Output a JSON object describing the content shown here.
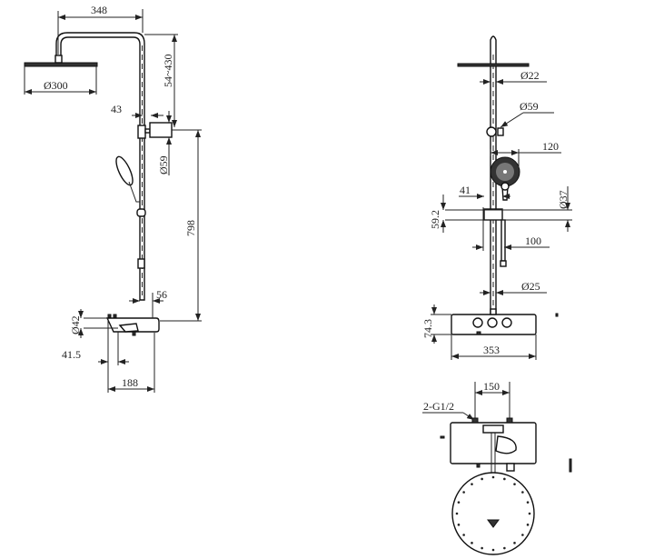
{
  "side_view": {
    "head_offset": "348",
    "height_adjust": "54~430",
    "head_diameter": "Ø300",
    "bracket_offset": "43",
    "bracket_diameter": "Ø59",
    "bracket_to_valve": "798",
    "riser_offset": "56",
    "valve_diameter": "Ø42",
    "spout_offset": "41.5",
    "valve_depth": "188"
  },
  "front_view": {
    "riser_top_diameter": "Ø22",
    "bracket_diameter": "Ø59",
    "hand_shower_offset": "120",
    "holder_offset": "41",
    "holder_diameter": "Ø37",
    "holder_height": "59.2",
    "hose_offset": "100",
    "riser_diameter": "Ø25",
    "valve_height": "74.3",
    "valve_width": "353"
  },
  "top_view": {
    "inlet_spacing": "150",
    "inlet_thread": "2-G1/2"
  },
  "colors": {
    "line": "#222222",
    "background": "#ffffff"
  }
}
